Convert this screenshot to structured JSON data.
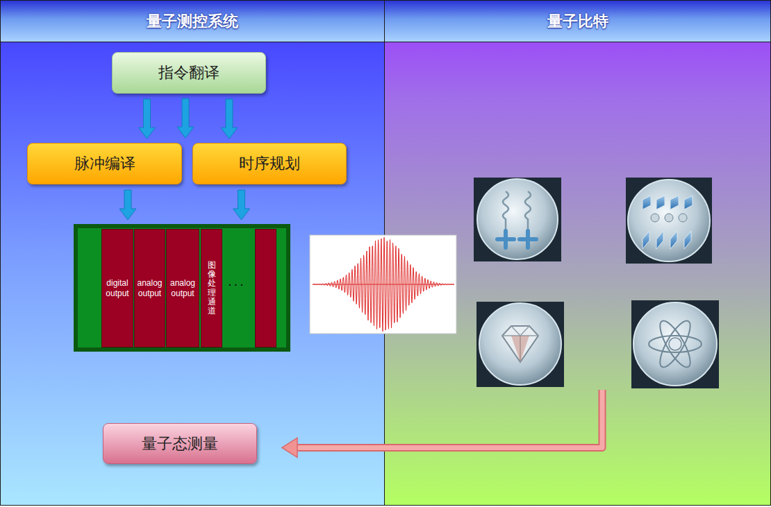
{
  "diagram": {
    "nodes": [
      {
        "text": [
          "量子测控系统"
        ]
      },
      {
        "text": [
          "量子比特"
        ]
      },
      {
        "text": [
          "指令翻译"
        ],
        "in": 0
      },
      {
        "text": [
          "脉冲编译"
        ],
        "in": 0
      },
      {
        "text": [
          "时序规划"
        ],
        "in": 0
      },
      {
        "text": [
          "· · ·"
        ],
        "in": 0
      },
      {
        "text": [
          "digital output"
        ],
        "in": 5
      },
      {
        "text": [
          "analog output"
        ],
        "in": 5
      },
      {
        "text": [
          "analog output"
        ],
        "in": 5
      },
      {
        "text": [
          "图像处理通道"
        ],
        "in": 5
      },
      {
        "text": [
          "量子态测量"
        ],
        "in": 0
      }
    ],
    "edges": [
      {
        "from": 2,
        "to": 3,
        "arrow": "to"
      },
      {
        "from": 2,
        "to": 4,
        "arrow": "to"
      },
      {
        "from": 3,
        "to": 5,
        "arrow": "to"
      },
      {
        "from": 4,
        "to": 5,
        "arrow": "to"
      },
      {
        "from": 1,
        "to": 10,
        "arrow": "to"
      }
    ]
  }
}
